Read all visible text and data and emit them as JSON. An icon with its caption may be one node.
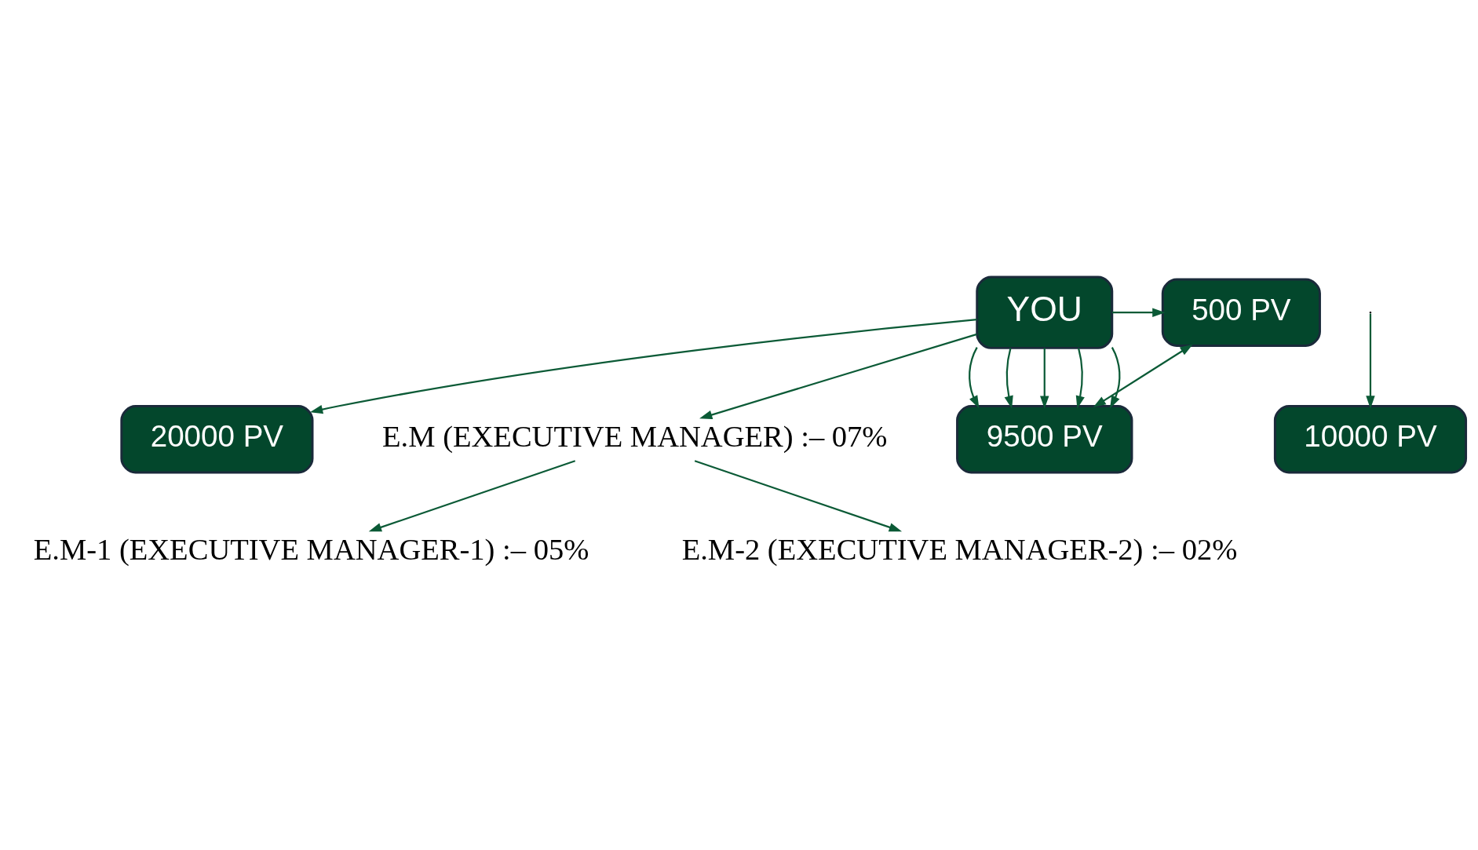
{
  "diagram": {
    "nodes": [
      {
        "text": [
          "YOU"
        ]
      },
      {
        "text": [
          "500 PV"
        ]
      },
      {
        "text": [
          "10000 PV"
        ]
      },
      {
        "text": [
          "20000 PV"
        ]
      },
      {
        "text": [
          "9500 PV"
        ]
      },
      {
        "text": [
          "E.M (EXECUTIVE MANAGER) :– 07%"
        ]
      },
      {
        "text": [
          "E.M-1 (EXECUTIVE MANAGER-1) :– 05%"
        ]
      },
      {
        "text": [
          "E.M-2 (EXECUTIVE MANAGER-2) :– 02%"
        ]
      }
    ],
    "edges": [
      {
        "from": 0,
        "to": 1,
        "arrow": "to"
      },
      {
        "from": 0,
        "to": 3,
        "arrow": "to"
      },
      {
        "from": 0,
        "to": 4,
        "arrow": "to"
      },
      {
        "from": 0,
        "to": 4,
        "arrow": "to"
      },
      {
        "from": 0,
        "to": 4,
        "arrow": "to"
      },
      {
        "from": 0,
        "to": 4,
        "arrow": "to"
      },
      {
        "from": 0,
        "to": 4,
        "arrow": "to"
      },
      {
        "from": 1,
        "to": 4,
        "arrow": "both"
      },
      {
        "from": null,
        "to": 2,
        "arrow": "to"
      },
      {
        "from": 0,
        "to": 5,
        "arrow": "to"
      },
      {
        "from": 5,
        "to": 6,
        "arrow": "to"
      },
      {
        "from": 5,
        "to": 7,
        "arrow": "to"
      }
    ]
  }
}
